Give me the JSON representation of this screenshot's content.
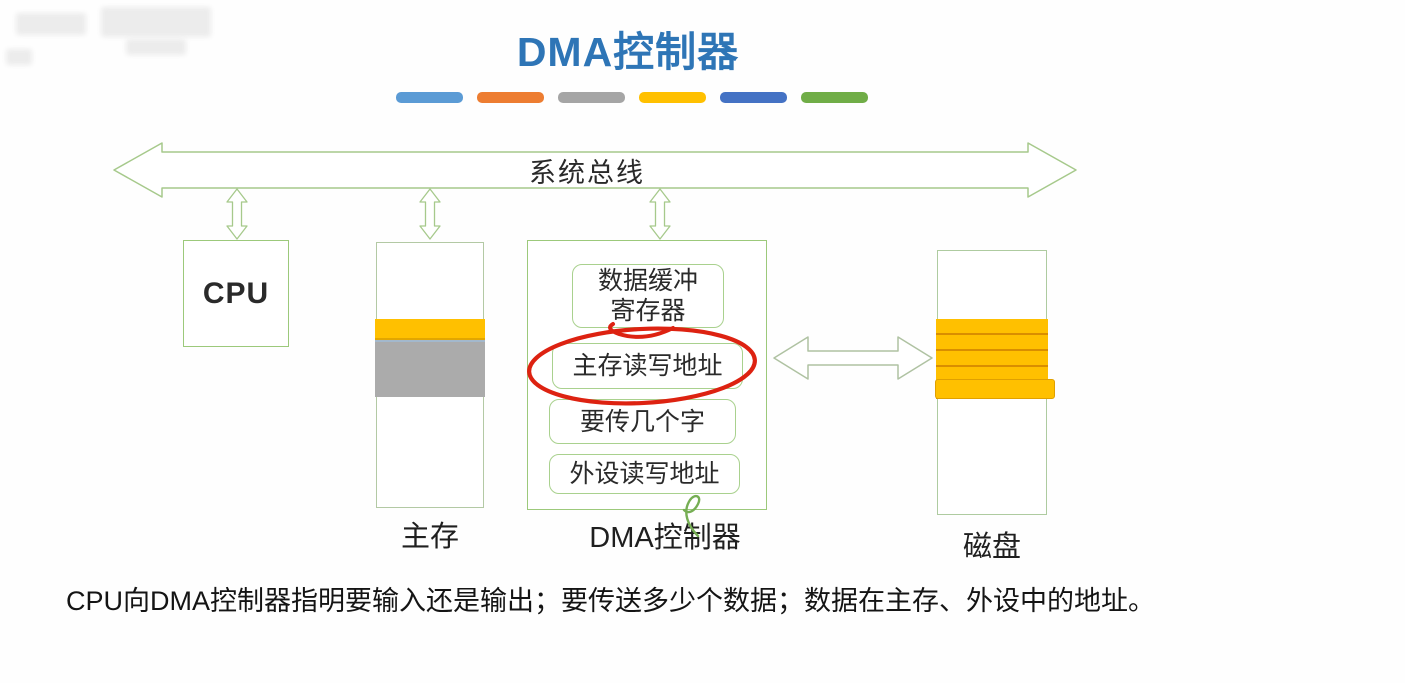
{
  "title": "DMA控制器",
  "accent_bars": [
    "#5B9BD5",
    "#ED7D31",
    "#A5A5A5",
    "#FFC000",
    "#4472C4",
    "#70AD47"
  ],
  "bus": {
    "label": "系统总线"
  },
  "cpu": {
    "label": "CPU"
  },
  "memory": {
    "label": "主存"
  },
  "dma": {
    "label": "DMA控制器",
    "registers": [
      {
        "label": "数据缓冲\n寄存器"
      },
      {
        "label": "主存读写地址"
      },
      {
        "label": "要传几个字"
      },
      {
        "label": "外设读写地址"
      }
    ]
  },
  "disk": {
    "label": "磁盘"
  },
  "caption": "CPU向DMA控制器指明要输入还是输出；要传送多少个数据；数据在主存、外设中的地址。",
  "colors": {
    "title_blue": "#2E75B6",
    "outline_green": "#9CC97B",
    "outline_gray_green": "#B3C9A4",
    "highlight_yellow": "#FFC000",
    "disk_stripe_separator": "#D98E00",
    "memory_band_gray": "#ABABAB",
    "annotation_red": "#DD2211",
    "pen_green": "#76AE54",
    "text_dark": "#1C1C1C"
  }
}
